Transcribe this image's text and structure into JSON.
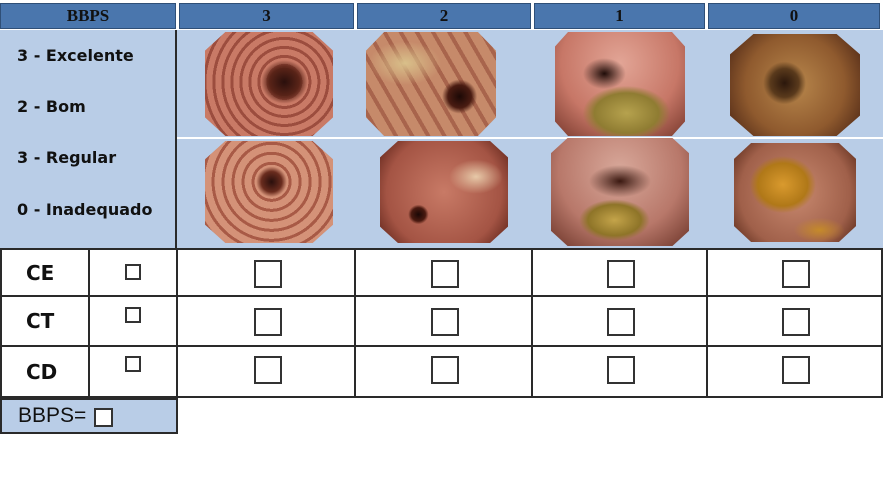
{
  "header": {
    "title": "BBPS",
    "scores": [
      "3",
      "2",
      "1",
      "0"
    ]
  },
  "legend": [
    "3 - Excelente",
    "2 - Bom",
    "3 - Regular",
    "0 - Inadequado"
  ],
  "segments": [
    "CE",
    "CT",
    "CD"
  ],
  "total": {
    "label": "BBPS="
  },
  "colors": {
    "header_bg": "#4a76ad",
    "panel_bg": "#b9cde7",
    "grid_line": "#2a2a2a"
  }
}
